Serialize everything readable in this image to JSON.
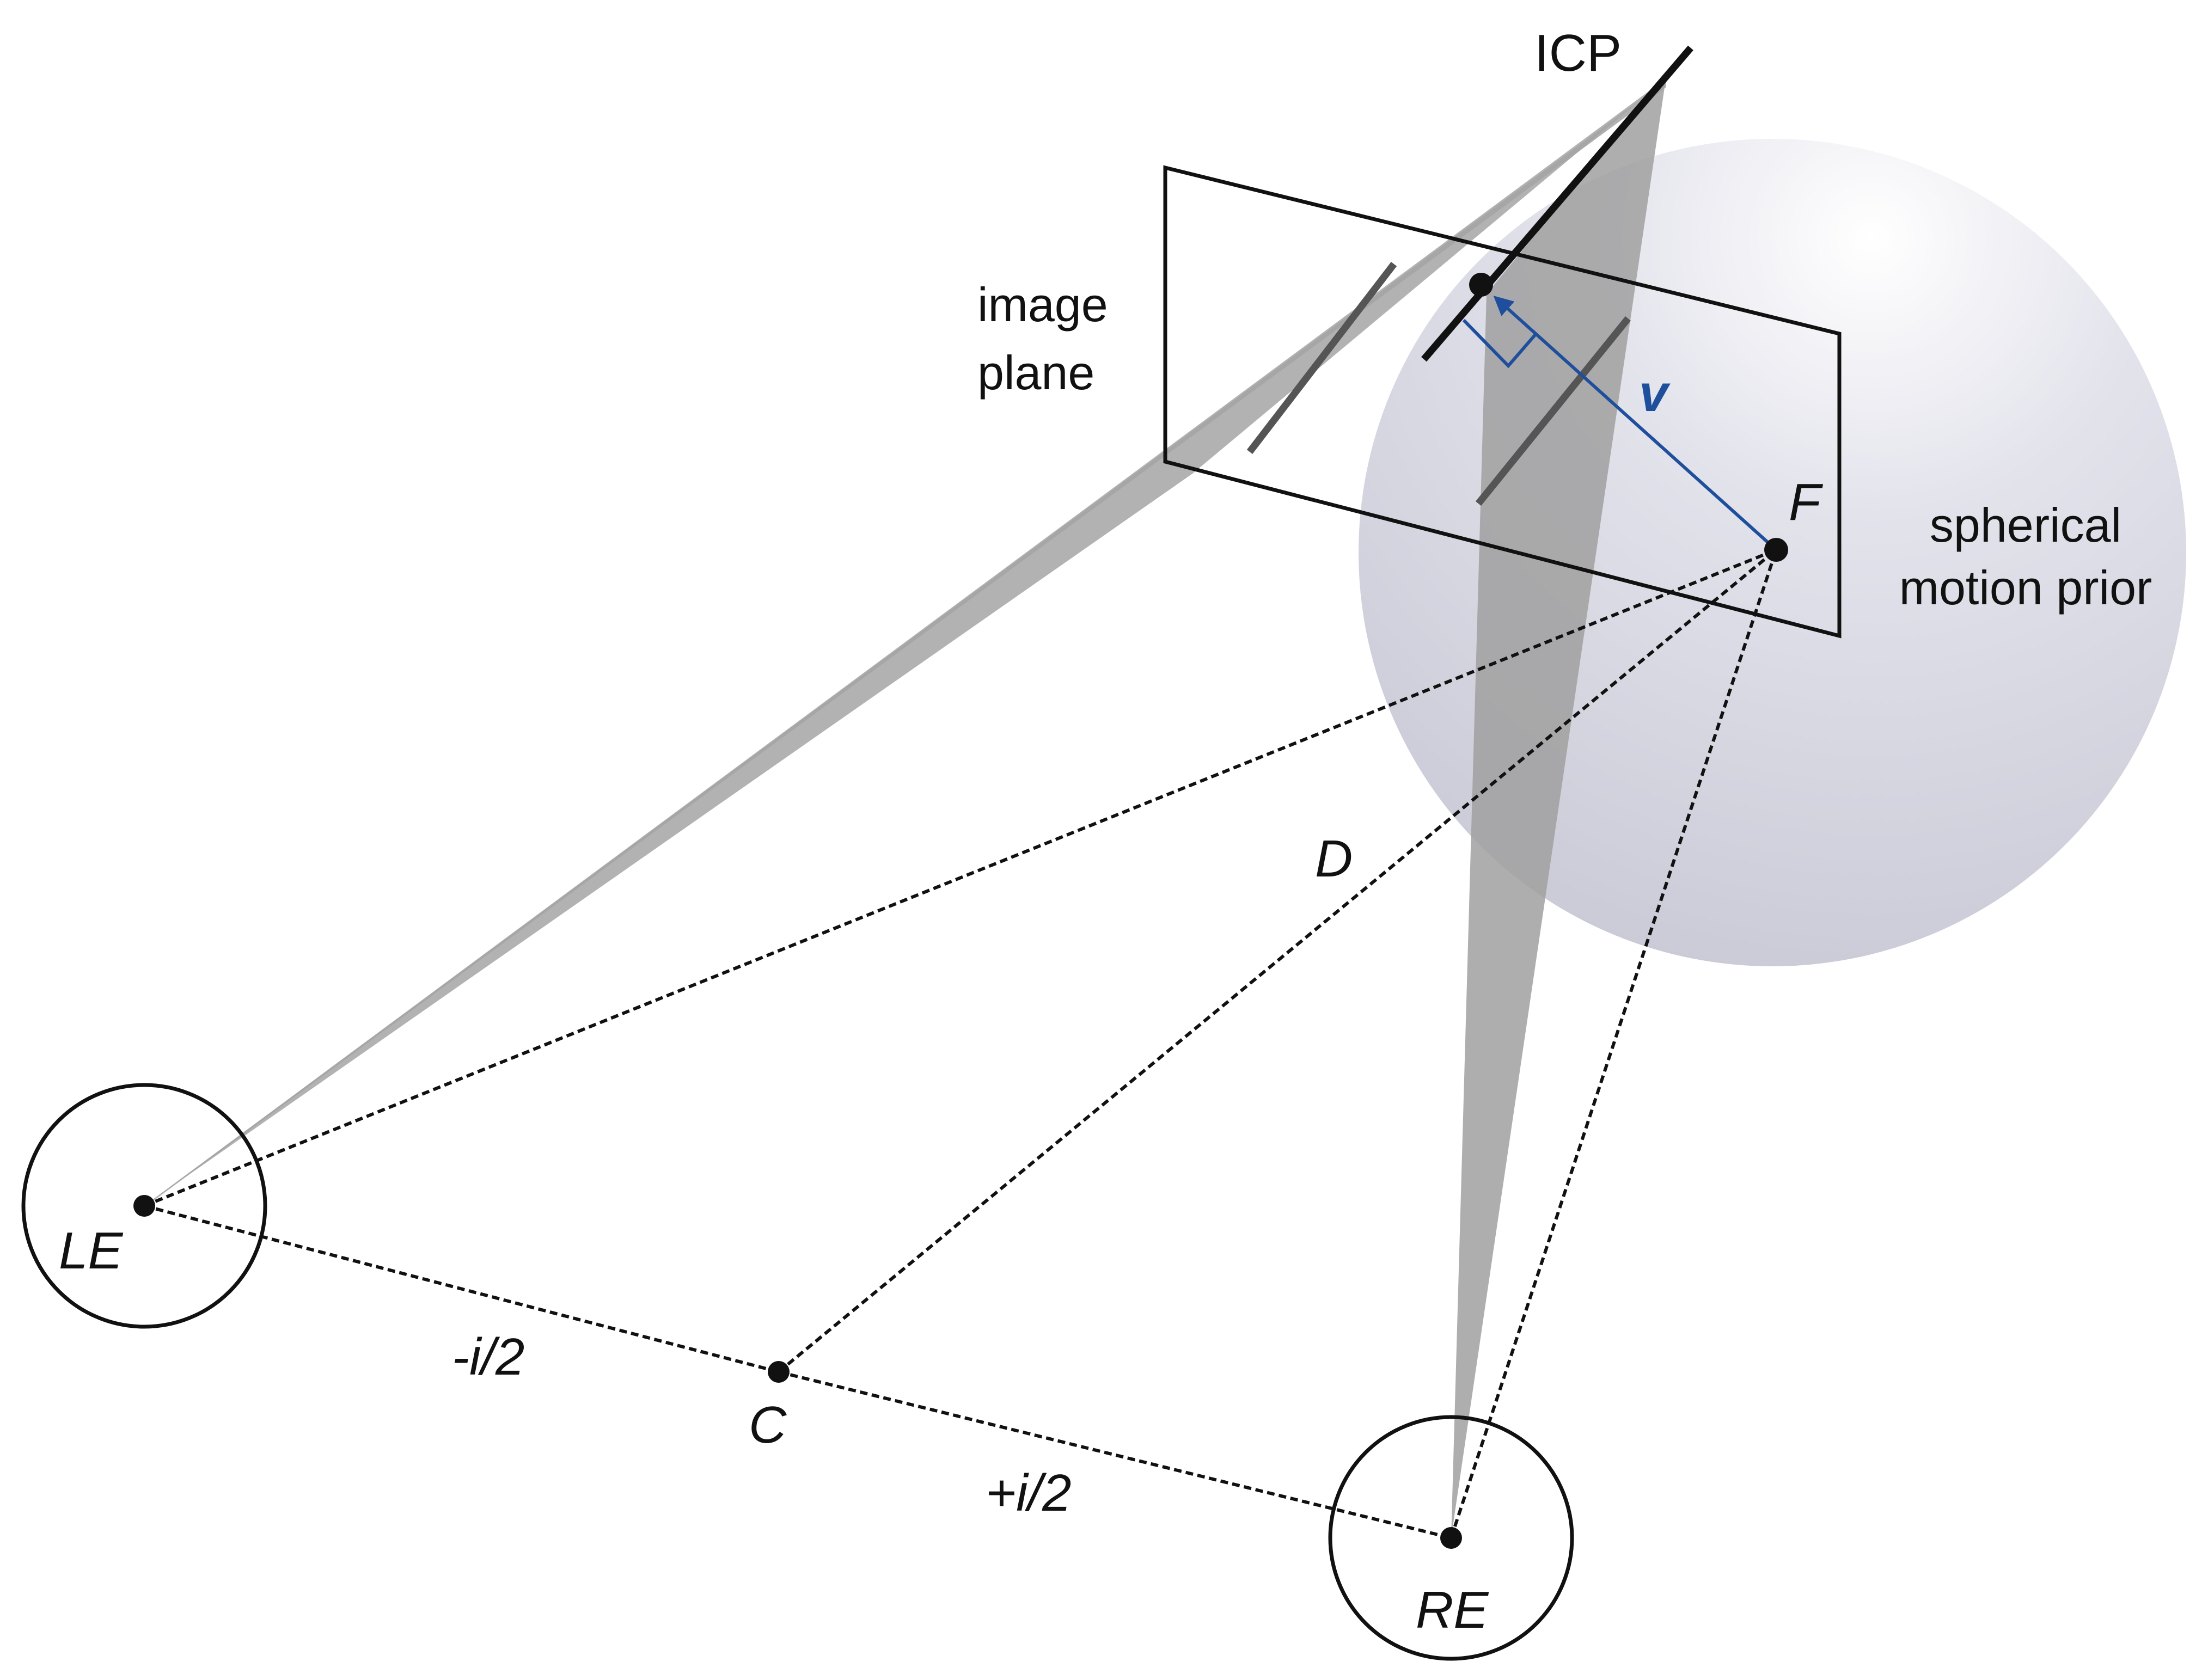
{
  "diagram": {
    "labels": {
      "icp": "ICP",
      "image_plane_line1": "image",
      "image_plane_line2": "plane",
      "vector": "v",
      "fixation_point": "F",
      "prior_line1": "spherical",
      "prior_line2": "motion prior",
      "distance": "D",
      "left_eye": "LE",
      "right_eye": "RE",
      "cyclopean_point": "C",
      "neg_half_iod": "-i/2",
      "pos_half_iod": "+i/2"
    },
    "colors": {
      "prior_sphere": "#c9c9d6",
      "shadow_wedge": "#9a9a9a",
      "vector": "#1f4f9c",
      "ink": "#111111",
      "line_segment": "#555555"
    }
  }
}
